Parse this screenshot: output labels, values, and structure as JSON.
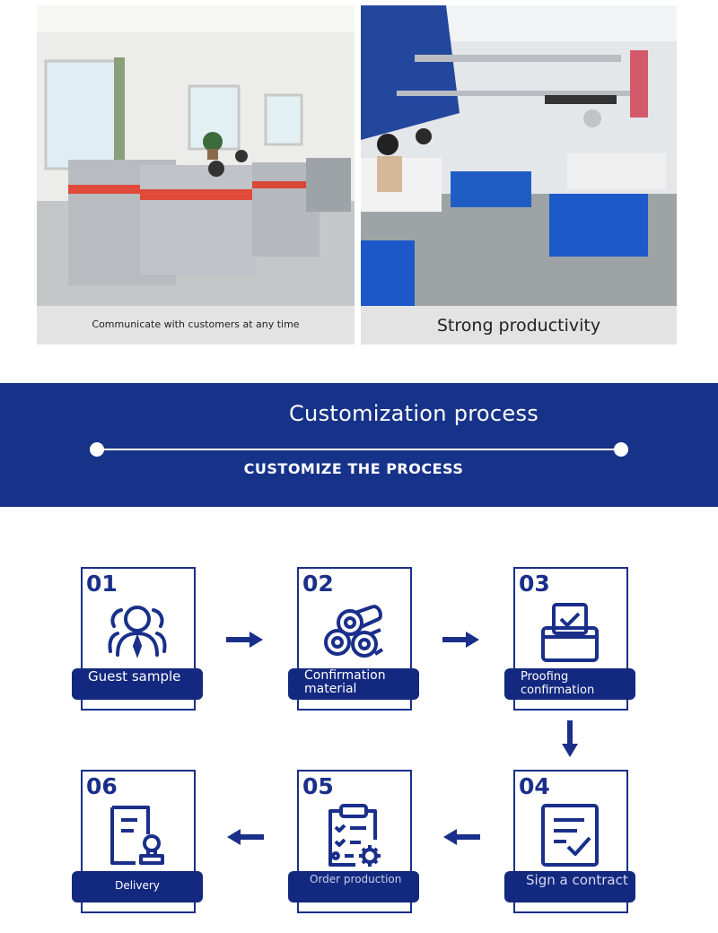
{
  "photos": [
    {
      "caption": "Communicate with customers at any time"
    },
    {
      "caption": "Strong productivity"
    }
  ],
  "banner": {
    "title": "Customization process",
    "subtitle": "CUSTOMIZE THE PROCESS"
  },
  "steps": [
    {
      "number": "01",
      "label": "Guest sample",
      "icon": "users-icon"
    },
    {
      "number": "02",
      "label": "Confirmation material",
      "icon": "fabric-rolls-icon"
    },
    {
      "number": "03",
      "label": "Proofing confirmation",
      "icon": "ballot-box-icon"
    },
    {
      "number": "04",
      "label": "Sign a contract",
      "icon": "signed-document-icon"
    },
    {
      "number": "05",
      "label": "Order production",
      "icon": "clipboard-gear-icon"
    },
    {
      "number": "06",
      "label": "Delivery",
      "icon": "stamp-document-icon"
    }
  ],
  "colors": {
    "navy": "#173389",
    "step_navy": "#1a2f8a",
    "photo_caption_bg": "#e3e3e3"
  }
}
